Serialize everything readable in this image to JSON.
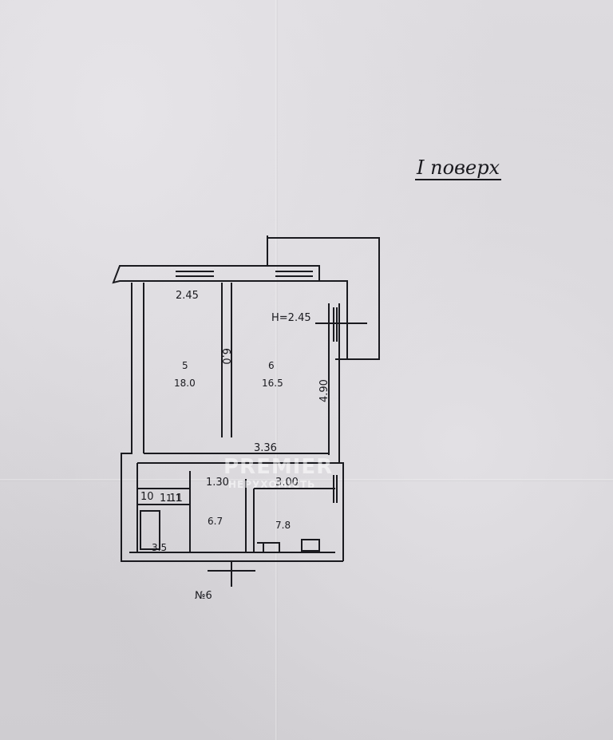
{
  "floor_title": "I поверх",
  "watermark": {
    "main": "PREMIER",
    "sub": "НЕРУХОМІСТЬ"
  },
  "dimensions": {
    "width_room5": "2.45",
    "height_label": "H=2.45",
    "depth_room5": "6.0",
    "depth_room6": "4.90",
    "width_room6": "3.36",
    "corridor_width": "1.30",
    "kitchen_width": "3.00",
    "small_width": "1.11",
    "wc_label": "10",
    "entrance_label": "№6"
  },
  "rooms": [
    {
      "number": "5",
      "area": "18.0"
    },
    {
      "number": "6",
      "area": "16.5"
    },
    {
      "number": "",
      "area": "6.7"
    },
    {
      "number": "",
      "area": "7.8"
    },
    {
      "number": "",
      "area": "3.5"
    },
    {
      "number": "",
      "area": "1.1"
    }
  ],
  "colors": {
    "ink": "#1a1a1f",
    "paper": "#d9d7da"
  }
}
